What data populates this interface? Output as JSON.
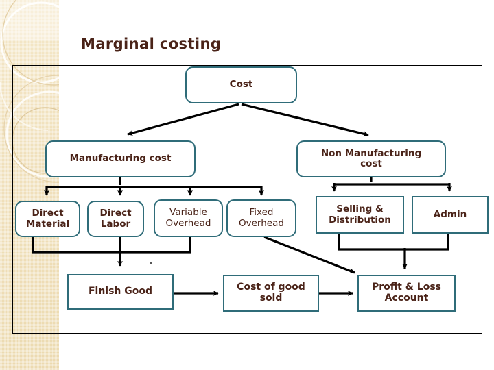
{
  "slide": {
    "title": "Marginal costing",
    "title_color": "#4a2318",
    "node_border_color": "#2f6c79",
    "node_fill": "#ffffff",
    "connector_color": "#000000",
    "side_panel_color": "#f0e0bb"
  },
  "diagram": {
    "type": "flowchart",
    "nodes": [
      {
        "id": "cost",
        "label": "Cost",
        "shape": "rounded"
      },
      {
        "id": "mfg",
        "label": "Manufacturing cost",
        "shape": "rounded"
      },
      {
        "id": "nonmfg",
        "label": "Non Manufacturing cost",
        "shape": "rounded"
      },
      {
        "id": "dm",
        "label": "Direct Material",
        "shape": "rounded"
      },
      {
        "id": "dl",
        "label": "Direct Labor",
        "shape": "rounded"
      },
      {
        "id": "vo",
        "label": "Variable Overhead",
        "shape": "rounded"
      },
      {
        "id": "fo",
        "label": "Fixed Overhead",
        "shape": "rounded"
      },
      {
        "id": "sd",
        "label": "Selling & Distribution",
        "shape": "rectangle"
      },
      {
        "id": "admin",
        "label": "Admin",
        "shape": "rectangle"
      },
      {
        "id": "fg",
        "label": "Finish Good",
        "shape": "rectangle"
      },
      {
        "id": "cgs",
        "label": "Cost of good sold",
        "shape": "rectangle"
      },
      {
        "id": "pl",
        "label": "Profit & Loss Account",
        "shape": "rectangle"
      }
    ],
    "edges": [
      {
        "from": "cost",
        "to": "mfg"
      },
      {
        "from": "cost",
        "to": "nonmfg"
      },
      {
        "from": "mfg",
        "to": "dm"
      },
      {
        "from": "mfg",
        "to": "dl"
      },
      {
        "from": "mfg",
        "to": "vo"
      },
      {
        "from": "mfg",
        "to": "fo"
      },
      {
        "from": "nonmfg",
        "to": "sd"
      },
      {
        "from": "nonmfg",
        "to": "admin"
      },
      {
        "from": "dm",
        "to": "fg"
      },
      {
        "from": "dl",
        "to": "fg"
      },
      {
        "from": "vo",
        "to": "fg"
      },
      {
        "from": "fg",
        "to": "cgs"
      },
      {
        "from": "cgs",
        "to": "pl"
      },
      {
        "from": "fo",
        "to": "pl"
      },
      {
        "from": "sd",
        "to": "pl"
      },
      {
        "from": "admin",
        "to": "pl"
      }
    ]
  },
  "labels": {
    "cost": "Cost",
    "mfg_line1": "Manufacturing cost",
    "nonmfg_line1": "Non Manufacturing",
    "nonmfg_line2": "cost",
    "dm_line1": "Direct",
    "dm_line2": "Material",
    "dl_line1": "Direct",
    "dl_line2": "Labor",
    "vo_line1": "Variable",
    "vo_line2": "Overhead",
    "fo_line1": "Fixed",
    "fo_line2": "Overhead",
    "sd_line1": "Selling &",
    "sd_line2": "Distribution",
    "admin": "Admin",
    "fg": "Finish Good",
    "cgs_line1": "Cost of good",
    "cgs_line2": "sold",
    "pl_line1": "Profit & Loss",
    "pl_line2": "Account"
  }
}
